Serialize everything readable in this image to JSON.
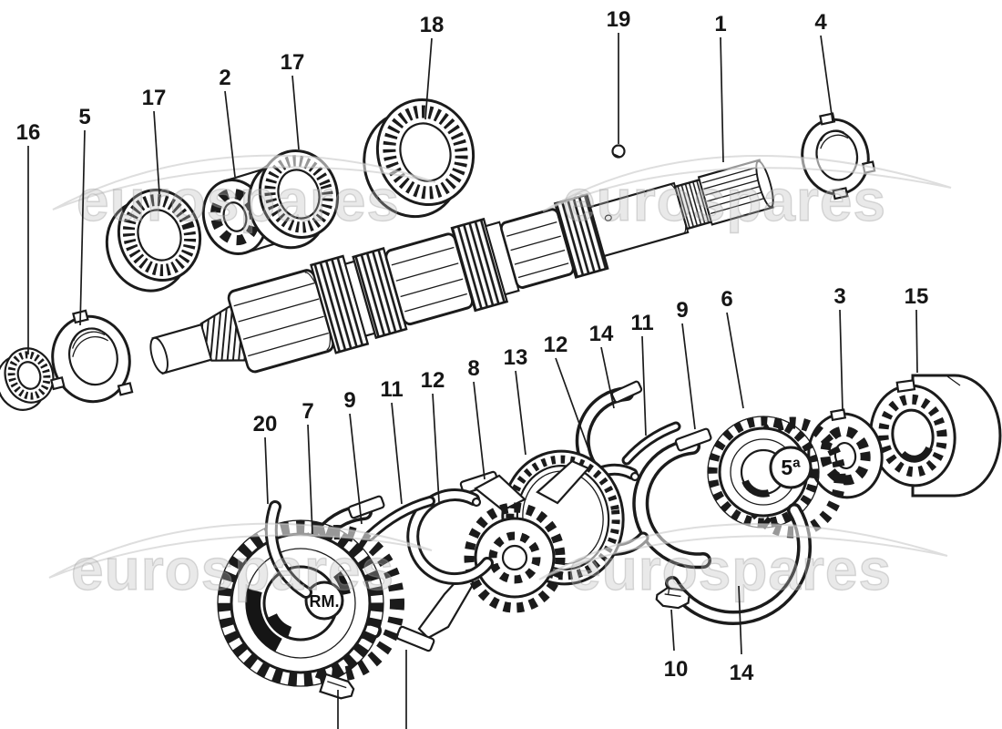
{
  "diagram": {
    "watermark_text": "eurospares",
    "badge_reverse": "RM.",
    "badge_fifth": "5ª"
  },
  "callouts": {
    "c16": "16",
    "c5": "5",
    "c17a": "17",
    "c2": "2",
    "c17b": "17",
    "c18": "18",
    "c19": "19",
    "c1": "1",
    "c4": "4",
    "c20": "20",
    "c7": "7",
    "c9a": "9",
    "c11a": "11",
    "c12a": "12",
    "c8": "8",
    "c13": "13",
    "c12b": "12",
    "c14a": "14",
    "c11b": "11",
    "c9b": "9",
    "c6": "6",
    "c3": "3",
    "c15": "15",
    "c10": "10",
    "c14b": "14"
  }
}
